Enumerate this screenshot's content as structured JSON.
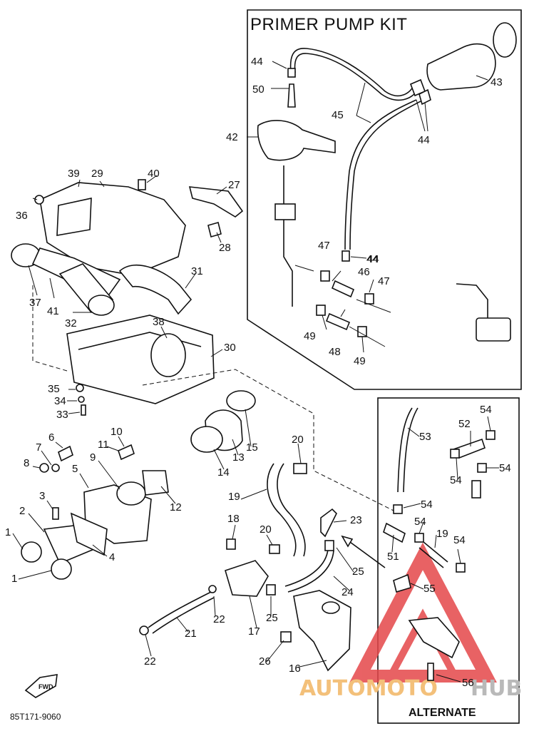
{
  "kit_title": "PRIMER PUMP KIT",
  "alternate_title": "ALTERNATE",
  "diagram_code": "85T171-9060",
  "forward_marker": "FWD",
  "watermark": {
    "left": "AUTOMOTO",
    "right": "HUB",
    "left_color": "#f3c07a",
    "right_color": "#b9b9b9",
    "logo_color": "#e5474a"
  },
  "part_numbers": [
    "1",
    "1",
    "2",
    "3",
    "4",
    "5",
    "6",
    "7",
    "8",
    "9",
    "10",
    "11",
    "12",
    "13",
    "14",
    "15",
    "16",
    "17",
    "18",
    "19",
    "19",
    "20",
    "20",
    "21",
    "22",
    "22",
    "23",
    "24",
    "25",
    "25",
    "26",
    "27",
    "28",
    "29",
    "30",
    "31",
    "32",
    "33",
    "34",
    "35",
    "36",
    "37",
    "38",
    "39",
    "40",
    "41",
    "42",
    "43",
    "44",
    "44",
    "44",
    "44",
    "45",
    "46",
    "47",
    "47",
    "48",
    "49",
    "49",
    "50",
    "51",
    "52",
    "53",
    "54",
    "54",
    "54",
    "54",
    "54",
    "54",
    "55",
    "56"
  ]
}
